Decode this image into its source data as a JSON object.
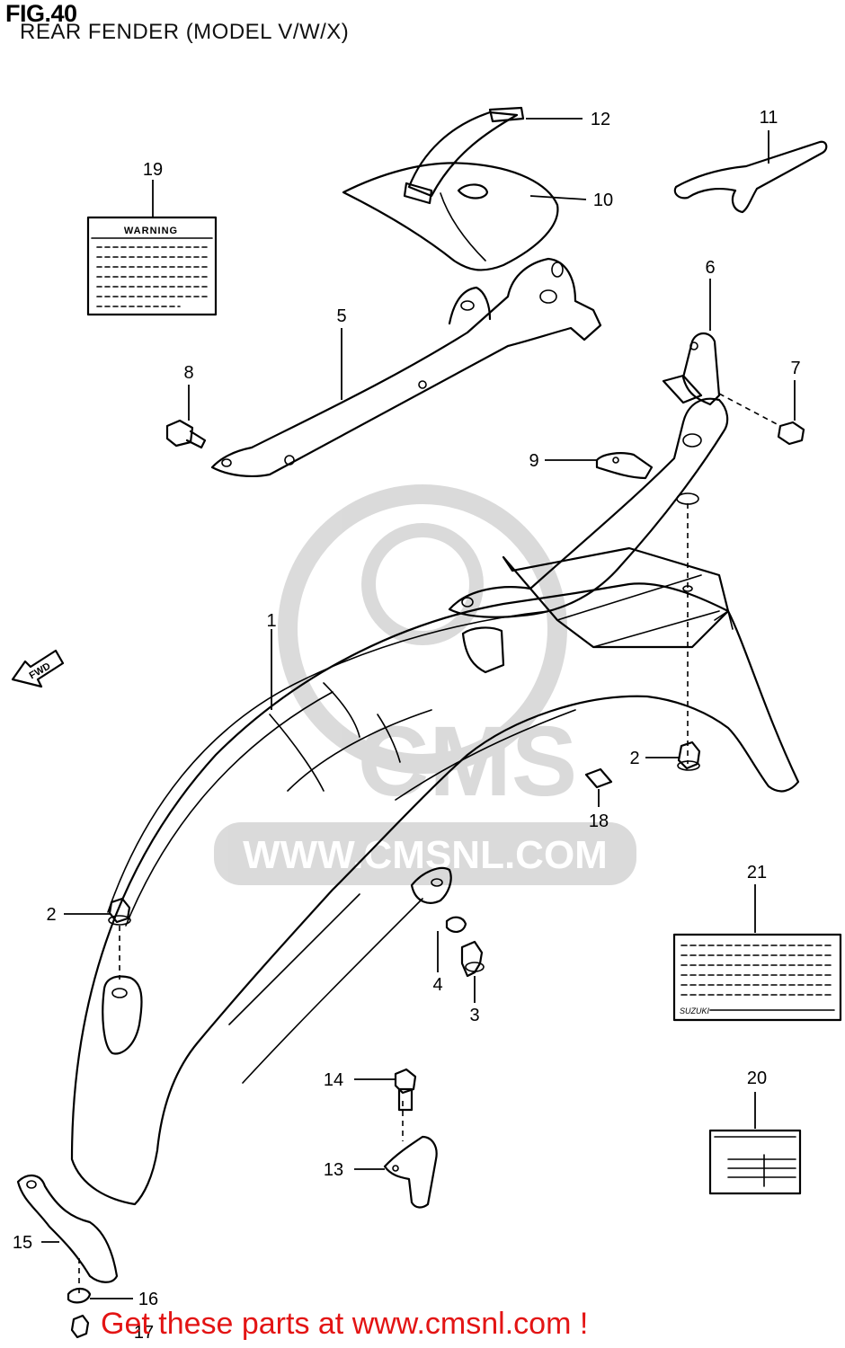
{
  "figure": {
    "title": "FIG.40",
    "subtitle": "REAR FENDER (MODEL V/W/X)"
  },
  "watermark": {
    "url_text": "WWW.CMSNL.COM",
    "logo_text": "CMS"
  },
  "footer": {
    "cta_text": "Get these parts at www.cmsnl.com !",
    "color": "#e31414"
  },
  "fwd_arrow_label": "FWD",
  "warning_label": {
    "heading": "WARNING"
  },
  "label_21": {
    "brand": "SUZUKI"
  },
  "callouts": [
    {
      "number": "1"
    },
    {
      "number": "2"
    },
    {
      "number": "2"
    },
    {
      "number": "3"
    },
    {
      "number": "4"
    },
    {
      "number": "5"
    },
    {
      "number": "6"
    },
    {
      "number": "7"
    },
    {
      "number": "8"
    },
    {
      "number": "9"
    },
    {
      "number": "10"
    },
    {
      "number": "11"
    },
    {
      "number": "12"
    },
    {
      "number": "13"
    },
    {
      "number": "14"
    },
    {
      "number": "15"
    },
    {
      "number": "16"
    },
    {
      "number": "17"
    },
    {
      "number": "18"
    },
    {
      "number": "19"
    },
    {
      "number": "20"
    },
    {
      "number": "21"
    }
  ]
}
